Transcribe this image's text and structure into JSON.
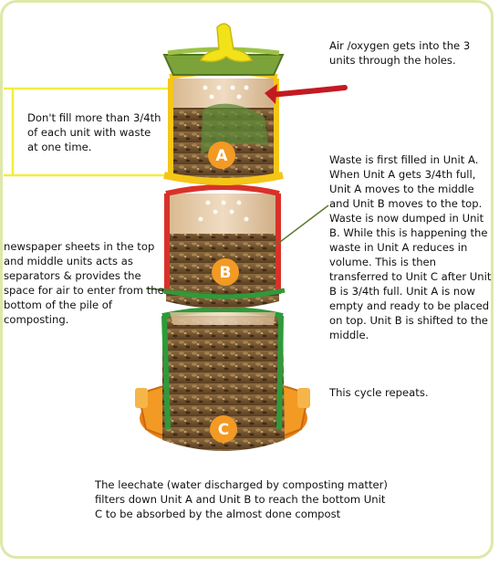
{
  "text": {
    "air": "Air /oxygen gets into the 3 units through the holes.",
    "fill": "Don't fill more than 3/4th of each unit with waste at one time.",
    "waste": "Waste is first filled in Unit A. When Unit A gets 3/4th full, Unit A moves to the middle and Unit B moves to the top. Waste is now dumped in Unit B. While this is happening the waste in Unit A reduces in volume. This is then transferred to Unit C after Unit B is 3/4th full. Unit A is now empty and ready to be placed on top. Unit B is shifted to the middle.",
    "cycle": "This cycle repeats.",
    "newspaper": "newspaper sheets in the top and middle units acts as separators & provides the space for air to enter from the bottom of the pile of composting.",
    "leechate": "The leechate (water discharged by composting matter) filters down Unit A and Unit B to reach the bottom Unit C to be absorbed by the almost done compost"
  },
  "units": {
    "a": "A",
    "b": "B",
    "c": "C"
  },
  "colors": {
    "frame": "#dfe8a8",
    "lid": "#7ca23a",
    "handle": "#f2e21a",
    "unit_a": "#f5c518",
    "unit_b": "#d9312a",
    "unit_c": "#2f9a3a",
    "base": "#f29a23",
    "label_circle": "#f29a23",
    "arrow": "#c21a22",
    "guide_lines": "#f2ee3a",
    "pointer_lines": "#5a7a30"
  }
}
